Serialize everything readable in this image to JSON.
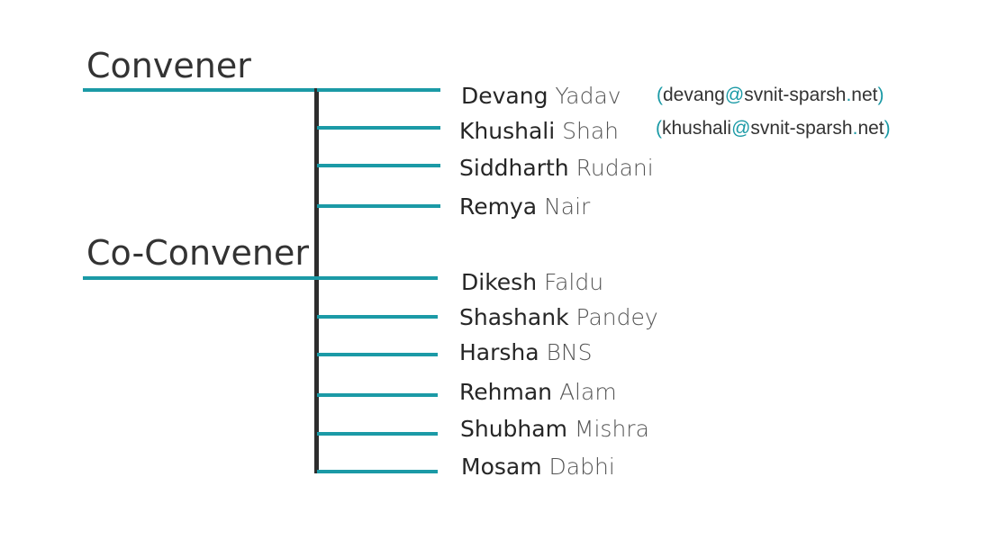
{
  "colors": {
    "accent": "#1b9aa6",
    "spine": "#2d2d2d",
    "text": "#333333"
  },
  "convener": {
    "title": "Convener",
    "members": [
      {
        "first": "Devang",
        "last": "Yadav",
        "email": {
          "open": "(",
          "user": "devang",
          "at": "@",
          "domain": "svnit-sparsh",
          "dot": ".",
          "tld": "net",
          "close": ")"
        }
      },
      {
        "first": "Khushali",
        "last": "Shah",
        "email": {
          "open": "(",
          "user": "khushali",
          "at": "@",
          "domain": "svnit-sparsh",
          "dot": ".",
          "tld": "net",
          "close": ")"
        }
      },
      {
        "first": "Siddharth",
        "last": "Rudani"
      },
      {
        "first": "Remya",
        "last": "Nair"
      }
    ]
  },
  "co_convener": {
    "title": "Co-Convener",
    "members": [
      {
        "first": "Dikesh",
        "last": "Faldu"
      },
      {
        "first": "Shashank",
        "last": "Pandey"
      },
      {
        "first": "Harsha",
        "last": "BNS"
      },
      {
        "first": "Rehman",
        "last": "Alam"
      },
      {
        "first": "Shubham",
        "last": "Mishra"
      },
      {
        "first": "Mosam",
        "last": "Dabhi"
      }
    ]
  }
}
